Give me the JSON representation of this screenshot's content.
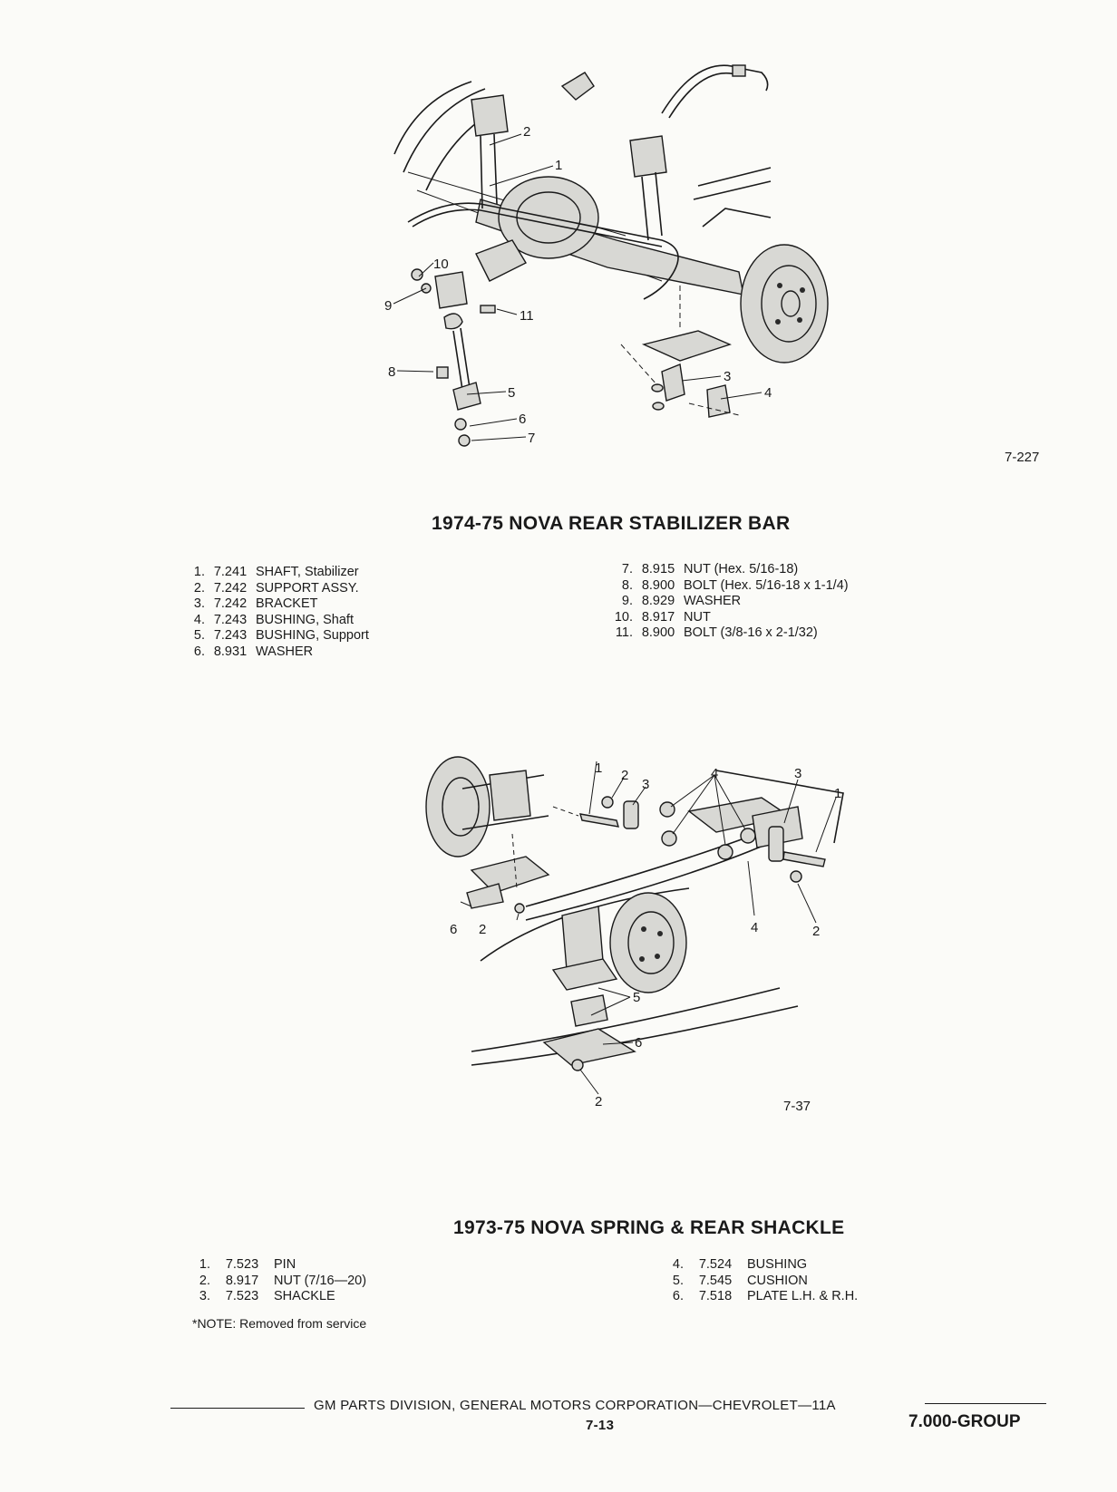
{
  "figure1": {
    "number": "7-227",
    "title": "1974-75 NOVA REAR STABILIZER BAR",
    "callouts": [
      "1",
      "2",
      "3",
      "4",
      "5",
      "6",
      "7",
      "8",
      "9",
      "10",
      "11"
    ],
    "parts_left": [
      {
        "n": "1.",
        "code": "7.241",
        "desc": "SHAFT, Stabilizer"
      },
      {
        "n": "2.",
        "code": "7.242",
        "desc": "SUPPORT ASSY."
      },
      {
        "n": "3.",
        "code": "7.242",
        "desc": "BRACKET"
      },
      {
        "n": "4.",
        "code": "7.243",
        "desc": "BUSHING, Shaft"
      },
      {
        "n": "5.",
        "code": "7.243",
        "desc": "BUSHING, Support"
      },
      {
        "n": "6.",
        "code": "8.931",
        "desc": "WASHER"
      }
    ],
    "parts_right": [
      {
        "n": "7.",
        "code": "8.915",
        "desc": "NUT (Hex. 5/16-18)"
      },
      {
        "n": "8.",
        "code": "8.900",
        "desc": "BOLT (Hex. 5/16-18 x 1-1/4)"
      },
      {
        "n": "9.",
        "code": "8.929",
        "desc": "WASHER"
      },
      {
        "n": "10.",
        "code": "8.917",
        "desc": "NUT"
      },
      {
        "n": "11.",
        "code": "8.900",
        "desc": "BOLT (3/8-16 x 2-1/32)"
      }
    ]
  },
  "figure2": {
    "number": "7-37",
    "title": "1973-75 NOVA SPRING & REAR SHACKLE",
    "callouts": [
      "1",
      "2",
      "3",
      "4",
      "5",
      "6"
    ],
    "parts_left": [
      {
        "n": "1.",
        "code": "7.523",
        "desc": "PIN"
      },
      {
        "n": "2.",
        "code": "8.917",
        "desc": "NUT (7/16—20)"
      },
      {
        "n": "3.",
        "code": "7.523",
        "desc": "SHACKLE"
      }
    ],
    "parts_right": [
      {
        "n": "4.",
        "code": "7.524",
        "desc": "BUSHING"
      },
      {
        "n": "5.",
        "code": "7.545",
        "desc": "CUSHION"
      },
      {
        "n": "6.",
        "code": "7.518",
        "desc": "PLATE L.H. & R.H."
      }
    ],
    "note": "*NOTE: Removed from service"
  },
  "footer": {
    "text": "GM PARTS DIVISION, GENERAL MOTORS CORPORATION—CHEVROLET—11A",
    "page": "7-13",
    "group": "7.000-GROUP"
  }
}
